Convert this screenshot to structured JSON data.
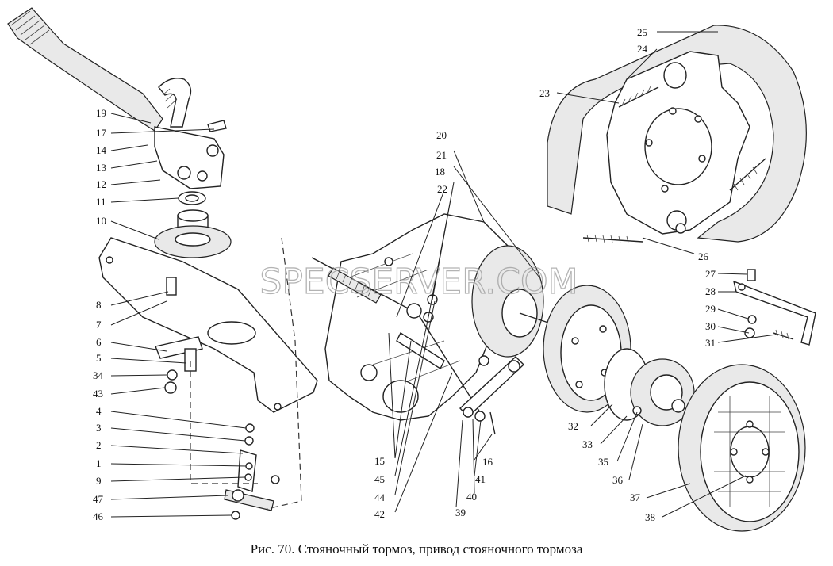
{
  "caption": "Рис. 70. Стояночный тормоз, привод стояночного тормоза",
  "watermark": "SPECSERVER.COM",
  "callouts": [
    "1",
    "2",
    "3",
    "4",
    "5",
    "6",
    "7",
    "8",
    "9",
    "10",
    "11",
    "12",
    "13",
    "14",
    "15",
    "16",
    "17",
    "18",
    "19",
    "20",
    "21",
    "22",
    "23",
    "24",
    "25",
    "26",
    "27",
    "28",
    "29",
    "30",
    "31",
    "32",
    "33",
    "34",
    "35",
    "36",
    "37",
    "38",
    "39",
    "40",
    "41",
    "42",
    "43",
    "44",
    "45",
    "46",
    "47"
  ],
  "colors": {
    "ink": "#222222",
    "watermark": "#9a9a9a",
    "background": "#ffffff"
  }
}
